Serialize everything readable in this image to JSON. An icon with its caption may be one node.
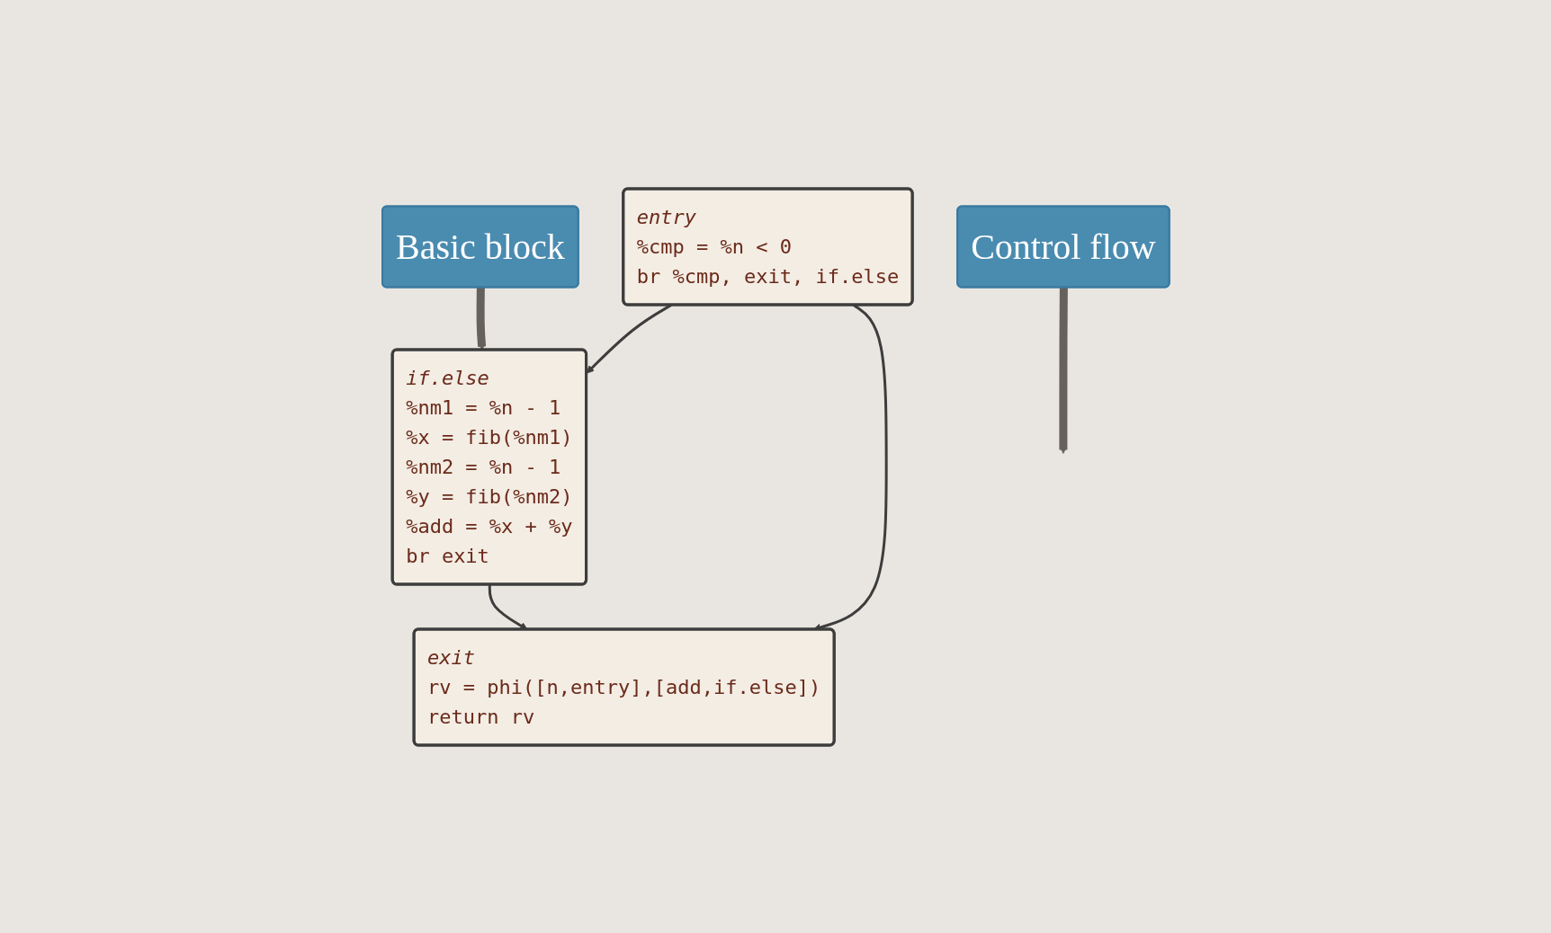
{
  "diagram": {
    "nodes": [
      {
        "text": [
          "entry",
          "%cmp = %n < 0",
          "br %cmp, exit, if.else"
        ]
      },
      {
        "text": [
          "if.else",
          "%nm1 = %n - 1",
          "%x = fib(%nm1)",
          "%nm2 = %n - 1",
          "%y = fib(%nm2)",
          "%add = %x + %y",
          "br exit"
        ]
      },
      {
        "text": [
          "exit",
          "rv = phi([n,entry],[add,if.else])",
          "return rv"
        ]
      },
      {
        "text": [
          "Control flow"
        ]
      },
      {
        "text": [
          "Basic block"
        ]
      }
    ],
    "edges": [
      {
        "from": 0,
        "to": 1,
        "arrow": "to"
      },
      {
        "from": 1,
        "to": 2,
        "arrow": "to"
      },
      {
        "from": 0,
        "to": 2,
        "arrow": "to"
      },
      {
        "from": 3,
        "to": null,
        "arrow": "to",
        "style": "thick",
        "color": "#66615b"
      },
      {
        "from": 4,
        "to": 1,
        "arrow": "to",
        "style": "thick",
        "color": "#66615b"
      }
    ]
  }
}
